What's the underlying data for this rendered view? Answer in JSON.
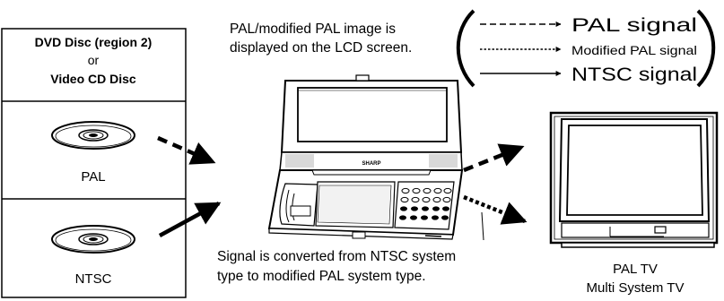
{
  "disc_panel": {
    "header_line1": "DVD Disc (region 2)",
    "header_line2": "or",
    "header_line3": "Video CD Disc",
    "disc1_label": "PAL",
    "disc2_label": "NTSC"
  },
  "captions": {
    "top_line1": "PAL/modified PAL image is",
    "top_line2": "displayed on the LCD screen.",
    "bottom_line1": "Signal is converted from NTSC system",
    "bottom_line2": "type to modified PAL system type."
  },
  "player": {
    "brand": "SHARP"
  },
  "legend": {
    "items": [
      {
        "label": "PAL signal",
        "style": "dashed"
      },
      {
        "label": "Modified PAL signal",
        "style": "dotted"
      },
      {
        "label": "NTSC signal",
        "style": "solid"
      }
    ]
  },
  "tv": {
    "label_line1": "PAL TV",
    "label_line2": "Multi System TV"
  }
}
